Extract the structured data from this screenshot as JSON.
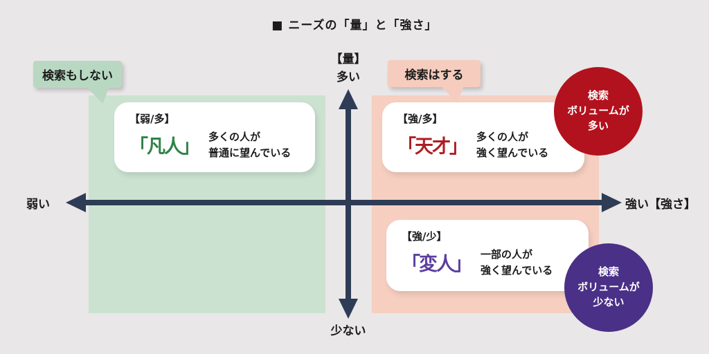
{
  "title": "■ ニーズの「量」と「強さ」",
  "axis": {
    "quantity_label": "【量】",
    "quantity_high": "多い",
    "quantity_low": "少ない",
    "strength_low": "弱い",
    "strength_high": "強い【強さ】"
  },
  "callouts": {
    "left": "検索もしない",
    "right": "検索はする"
  },
  "cards": {
    "bonjin": {
      "tag": "【弱/多】",
      "term": "「凡人」",
      "desc1": "多くの人が",
      "desc2": "普通に望んでいる"
    },
    "tensai": {
      "tag": "【強/多】",
      "term": "「天才」",
      "desc1": "多くの人が",
      "desc2": "強く望んでいる"
    },
    "henjin": {
      "tag": "【強/少】",
      "term": "「変人」",
      "desc1": "一部の人が",
      "desc2": "強く望んでいる"
    }
  },
  "badges": {
    "high_volume": {
      "line1": "検索",
      "line2": "ボリュームが",
      "line3": "多い"
    },
    "low_volume": {
      "line1": "検索",
      "line2": "ボリュームが",
      "line3": "少ない"
    }
  },
  "colors": {
    "background": "#e9e7e8",
    "green_area": "#cbe2d1",
    "green_bubble": "#b8d8c2",
    "pink_area": "#f6cfc0",
    "pink_bubble": "#f5ccbd",
    "axis": "#2e3c55",
    "bonjin_term": "#2f8347",
    "tensai_term": "#ae1d24",
    "henjin_term": "#5b3da0",
    "badge_red": "#b2121d",
    "badge_purple": "#4a3086",
    "text": "#1b1b1b"
  }
}
